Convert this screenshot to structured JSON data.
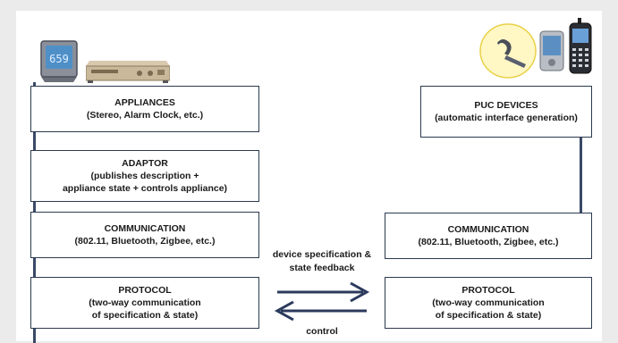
{
  "left_stack": {
    "appliances": {
      "title": "APPLIANCES",
      "sub": "(Stereo, Alarm Clock, etc.)"
    },
    "adaptor": {
      "title": "ADAPTOR",
      "sub1": "(publishes description +",
      "sub2": "appliance state + controls appliance)"
    },
    "communication": {
      "title": "COMMUNICATION",
      "sub": "(802.11, Bluetooth, Zigbee, etc.)"
    },
    "protocol": {
      "title": "PROTOCOL",
      "sub1": "(two-way communication",
      "sub2": "of specification & state)"
    }
  },
  "right_stack": {
    "puc_devices": {
      "title": "PUC DEVICES",
      "sub": "(automatic interface generation)"
    },
    "communication": {
      "title": "COMMUNICATION",
      "sub": "(802.11, Bluetooth, Zigbee, etc.)"
    },
    "protocol": {
      "title": "PROTOCOL",
      "sub1": "(two-way communication",
      "sub2": "of specification & state)"
    }
  },
  "arrows": {
    "top_label_1": "device specification &",
    "top_label_2": "state feedback",
    "bottom_label": "control"
  },
  "colors": {
    "box_border": "#2b3a4f",
    "connector": "#3a4a66",
    "arrow": "#2b3a5c"
  }
}
